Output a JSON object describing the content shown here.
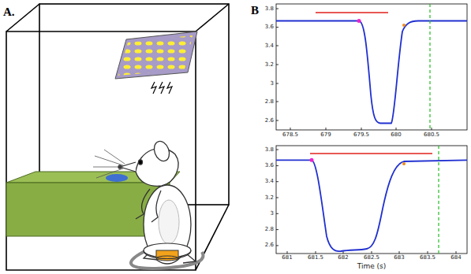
{
  "diagram": {
    "labels": [
      "A.",
      "B",
      "3.8",
      "3.6",
      "3.4",
      "3.2",
      "3",
      "2.8",
      "2.6",
      "678.5",
      "679",
      "679.5",
      "680",
      "680.5",
      "3.8",
      "3.6",
      "3.4",
      "3.2",
      "3",
      "2.8",
      "2.6",
      "681",
      "681.5",
      "682",
      "682.5",
      "683",
      "683.5",
      "684",
      "Time (s)"
    ]
  }
}
